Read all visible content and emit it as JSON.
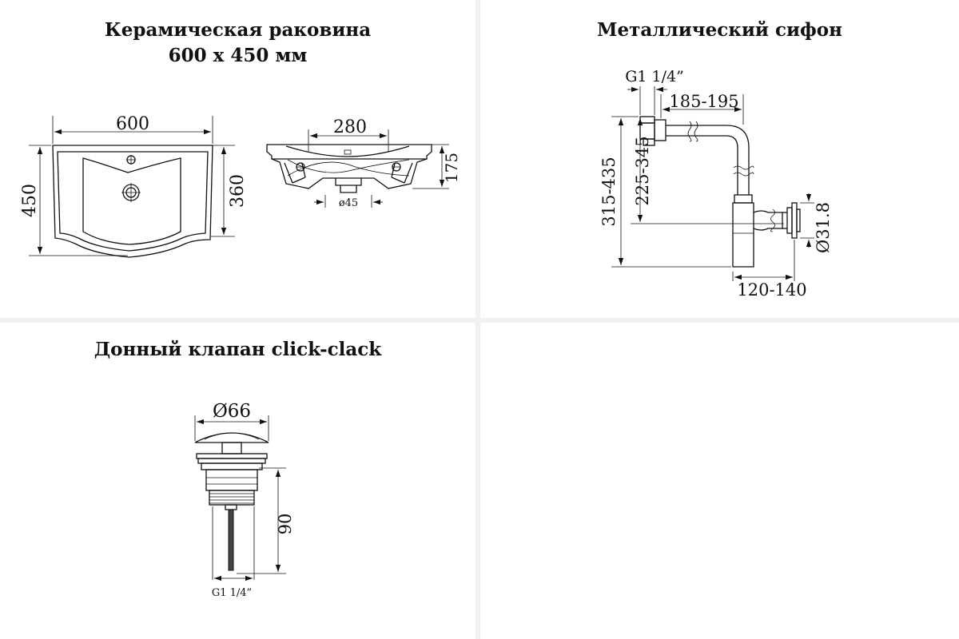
{
  "sink": {
    "title_line1": "Керамическая раковина",
    "title_line2": "600 x 450 мм",
    "dim_width": "600",
    "dim_height": "450",
    "dim_inner_height": "360",
    "dim_top_width": "280",
    "dim_depth": "175",
    "dim_drain": "ø45"
  },
  "siphon": {
    "title": "Металлический сифон",
    "dim_thread": "G1 1/4”",
    "dim_horizontal": "185-195",
    "dim_total_height": "315-435",
    "dim_inner_height": "225-345",
    "dim_diameter": "Ø31.8",
    "dim_wall_distance": "120-140"
  },
  "valve": {
    "title": "Донный клапан click-clack",
    "dim_diameter": "Ø66",
    "dim_height": "90",
    "dim_thread": "G1 1/4”"
  }
}
